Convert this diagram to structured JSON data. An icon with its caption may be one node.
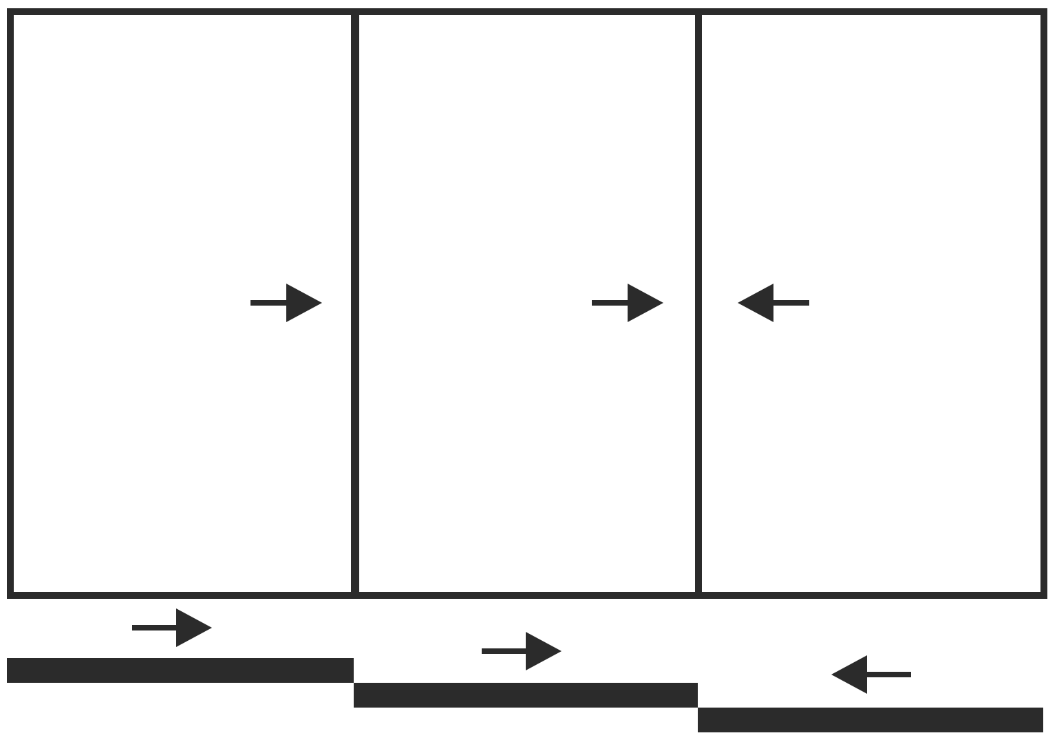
{
  "diagram": {
    "nodes": [
      {
        "text": [],
        "shape": "box"
      },
      {
        "text": [],
        "shape": "box"
      },
      {
        "text": [],
        "shape": "box"
      },
      {
        "text": [],
        "shape": "bar"
      },
      {
        "text": [],
        "shape": "bar"
      },
      {
        "text": [],
        "shape": "bar"
      }
    ]
  }
}
